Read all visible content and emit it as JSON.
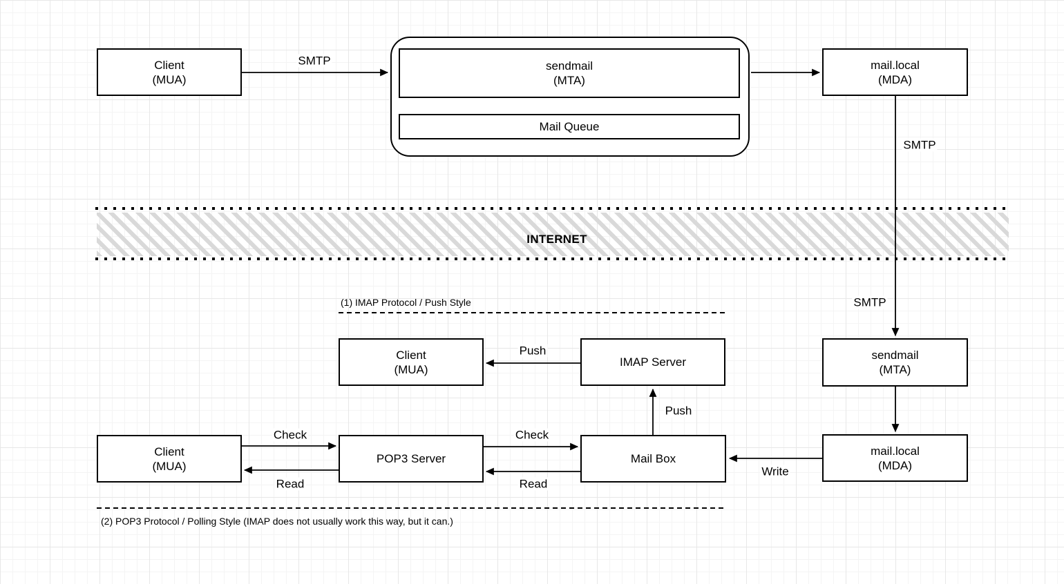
{
  "diagram": {
    "title_hint": "Email delivery flow (SMTP / IMAP / POP3)",
    "nodes": {
      "client_top": "Client\n(MUA)",
      "sendmail_top": "sendmail\n(MTA)",
      "mail_queue": "Mail Queue",
      "mda_top": "mail.local\n(MDA)",
      "client_imap": "Client\n(MUA)",
      "imap_server": "IMAP Server",
      "sendmail_bottom": "sendmail\n(MTA)",
      "client_pop3": "Client\n(MUA)",
      "pop3_server": "POP3 Server",
      "mail_box": "Mail Box",
      "mda_bottom": "mail.local\n(MDA)"
    },
    "edge_labels": {
      "smtp_top": "SMTP",
      "smtp_mid": "SMTP",
      "smtp_lower": "SMTP",
      "push_horizontal": "Push",
      "push_vertical": "Push",
      "check_left": "Check",
      "check_right": "Check",
      "read_left": "Read",
      "read_right": "Read",
      "write": "Write"
    },
    "internet_band": {
      "label": "INTERNET"
    },
    "sections": {
      "imap": "(1) IMAP Protocol / Push Style",
      "pop3": "(2) POP3 Protocol / Polling Style (IMAP does not usually work this way, but it can.)"
    },
    "colors": {
      "stroke": "#000000",
      "node_fill": "#ffffff",
      "hatch": "#d9d9d9",
      "background": "#ffffff",
      "grid_minor": "#f4f4f4",
      "grid_major": "#e7e7e7"
    }
  }
}
